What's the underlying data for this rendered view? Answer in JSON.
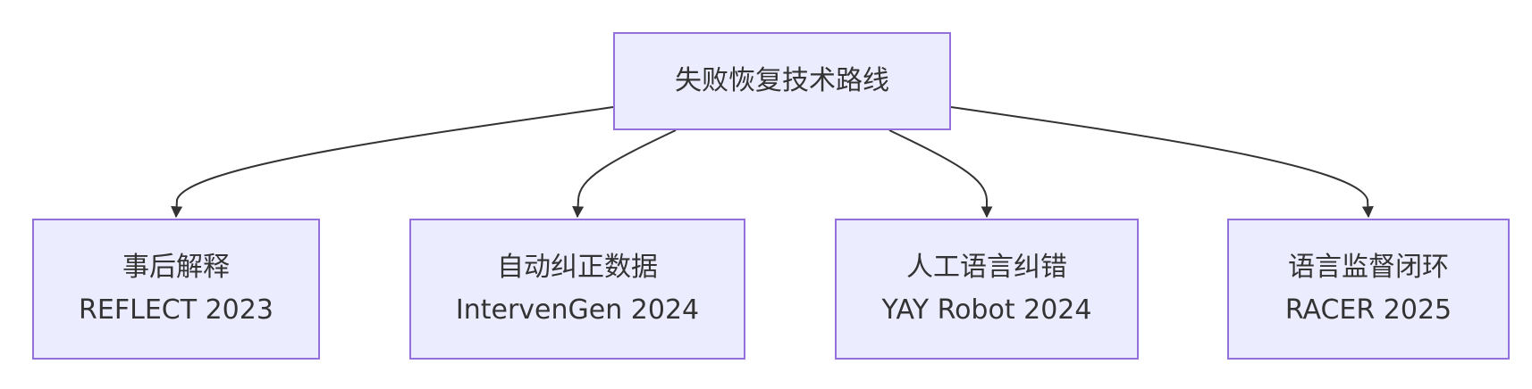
{
  "diagram": {
    "root": {
      "label": "失败恢复技术路线"
    },
    "children": [
      {
        "title": "事后解释",
        "method": "REFLECT 2023"
      },
      {
        "title": "自动纠正数据",
        "method": "IntervenGen 2024"
      },
      {
        "title": "人工语言纠错",
        "method": "YAY Robot 2024"
      },
      {
        "title": "语言监督闭环",
        "method": "RACER 2025"
      }
    ],
    "colors": {
      "node_fill": "#ececff",
      "node_border": "#9370db",
      "edge": "#333333",
      "text": "#333333"
    }
  }
}
